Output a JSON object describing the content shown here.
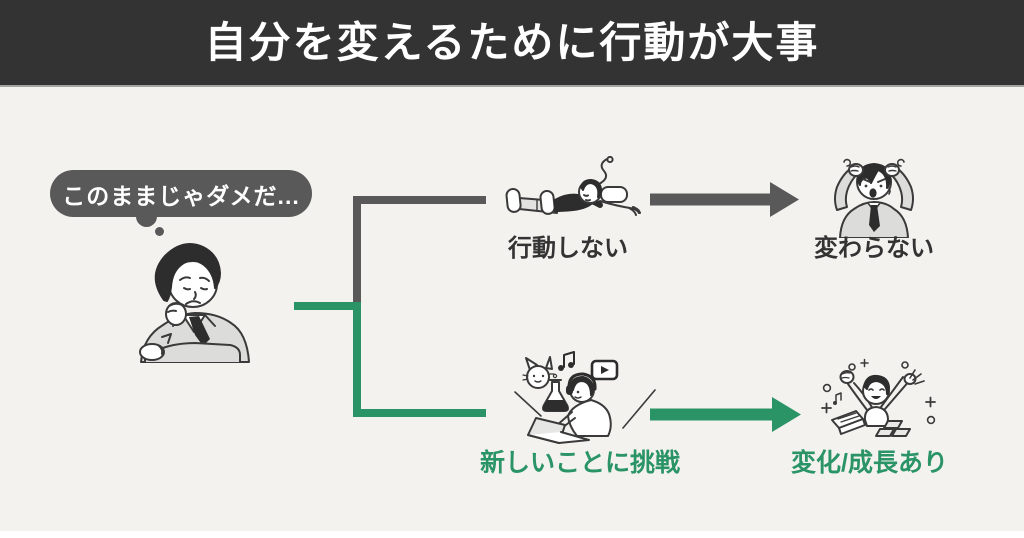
{
  "header": {
    "title": "自分を変えるために行動が大事"
  },
  "thought_bubble": {
    "text": "このままじゃダメだ..."
  },
  "flow": {
    "top_branch": {
      "action_label": "行動しない",
      "result_label": "変わらない",
      "line_color": "#595959"
    },
    "bottom_branch": {
      "action_label": "新しいことに挑戦",
      "result_label": "変化/成長あり",
      "line_color": "#2a9467"
    }
  },
  "icons": {
    "thinker": "person-thinking-icon",
    "top_action": "person-lying-down-icon",
    "top_result": "person-holding-head-icon",
    "bottom_action": "person-learning-laptop-icon",
    "bottom_result": "person-celebrating-icon"
  },
  "colors": {
    "header_bg": "#333333",
    "canvas_bg": "#f4f2ee",
    "bubble_bg": "#595959",
    "dark_text": "#333333",
    "accent_green": "#2a9467",
    "neutral_gray": "#595959",
    "title_text": "#ffffff"
  }
}
